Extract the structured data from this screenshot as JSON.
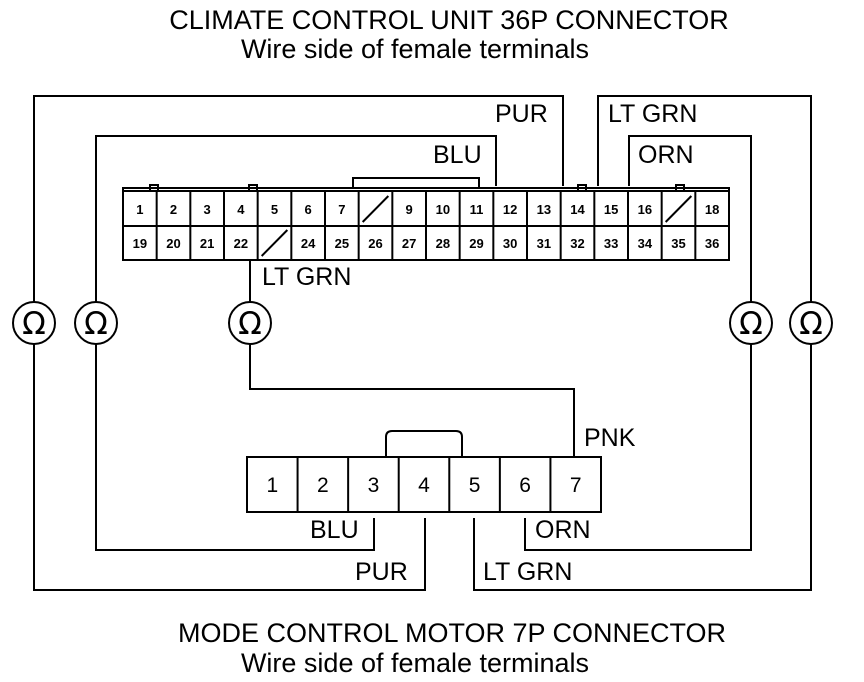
{
  "header": {
    "title": "CLIMATE CONTROL UNIT 36P CONNECTOR",
    "subtitle": "Wire side of female terminals"
  },
  "footer": {
    "title": "MODE CONTROL MOTOR 7P CONNECTOR",
    "subtitle": "Wire side of female terminals"
  },
  "connector36": {
    "top_row": [
      "1",
      "2",
      "3",
      "4",
      "5",
      "6",
      "7",
      "",
      "9",
      "10",
      "11",
      "12",
      "13",
      "14",
      "15",
      "16",
      "",
      "18"
    ],
    "bottom_row": [
      "19",
      "20",
      "21",
      "22",
      "",
      "24",
      "25",
      "26",
      "27",
      "28",
      "29",
      "30",
      "31",
      "32",
      "33",
      "34",
      "35",
      "36"
    ]
  },
  "connector7": {
    "pins": [
      "1",
      "2",
      "3",
      "4",
      "5",
      "6",
      "7"
    ]
  },
  "wires": {
    "pur_top": "PUR",
    "ltgrn_top": "LT GRN",
    "blu_top": "BLU",
    "orn_top": "ORN",
    "ltgrn_mid": "LT GRN",
    "pnk": "PNK",
    "blu_bottom": "BLU",
    "orn_bottom": "ORN",
    "pur_bottom": "PUR",
    "ltgrn_bottom": "LT GRN"
  },
  "meter_symbol": "Ω"
}
